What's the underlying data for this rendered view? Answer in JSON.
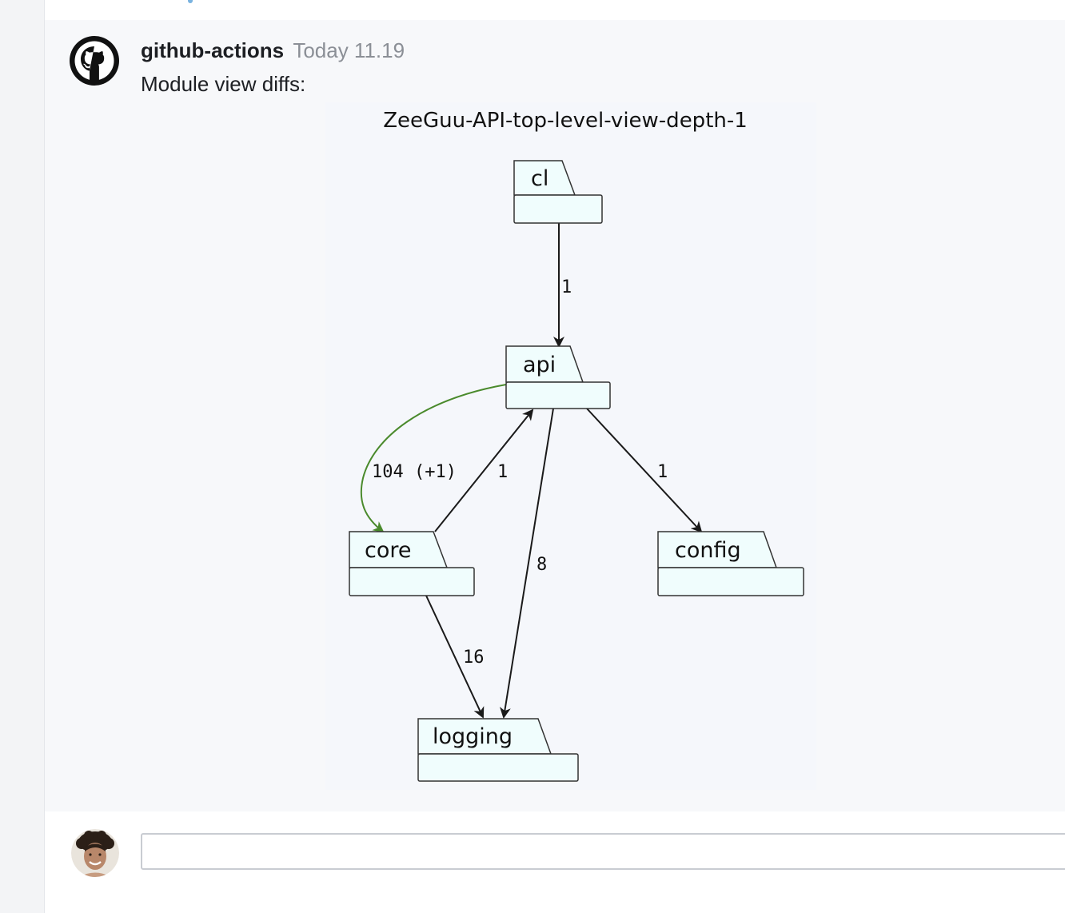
{
  "message": {
    "author": "github-actions",
    "timestamp": "Today 11.19",
    "text": "Module view diffs:"
  },
  "diagram": {
    "title": "ZeeGuu-API-top-level-view-depth-1",
    "packages": {
      "cl": "cl",
      "api": "api",
      "core": "core",
      "config": "config",
      "logging": "logging"
    },
    "edges": {
      "cl_to_api": "1",
      "api_to_core": "104 (+1)",
      "core_to_api": "1",
      "api_to_config": "1",
      "api_to_logging": "8",
      "core_to_logging": "16"
    },
    "colors": {
      "package_fill": "#f0fdfd",
      "edge": "#1a1a1a",
      "added_edge": "#4a8a2c"
    }
  },
  "composer": {
    "input_value": "",
    "input_placeholder": ""
  },
  "icons": {
    "bot_avatar": "github-octocat-icon",
    "user_avatar": "user-photo"
  }
}
